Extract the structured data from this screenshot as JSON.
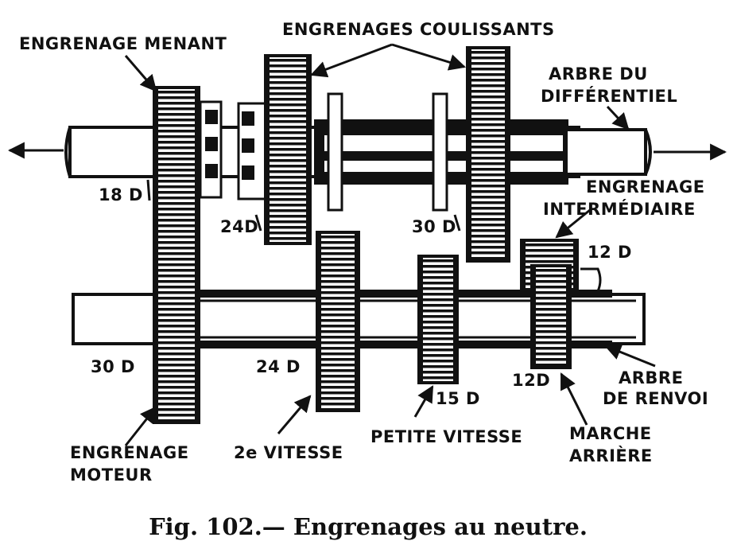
{
  "colors": {
    "ink": "#111111",
    "paper": "#ffffff"
  },
  "labels": {
    "engrenage_menant": "ENGRENAGE  MENANT",
    "engrenages_coulissants": "ENGRENAGES  COULISSANTS",
    "arbre_du": "ARBRE  DU",
    "differentiel": "DIFFÉRENTIEL",
    "engrenage": "ENGRENAGE",
    "intermediaire": "INTERMÉDIAIRE",
    "teeth_18": "18 D",
    "teeth_24_upper": "24D",
    "teeth_30_upper": "30 D",
    "teeth_12_upper": "12 D",
    "teeth_30_lower": "30 D",
    "teeth_24_lower": "24 D",
    "teeth_15": "15 D",
    "teeth_12_lower": "12D",
    "arbre": "ARBRE",
    "de_renvoi": "DE  RENVOI",
    "engrenage_moteur_1": "ENGRENAGE",
    "engrenage_moteur_2": "MOTEUR",
    "deuxieme_vitesse": "2e  VITESSE",
    "petite_vitesse": "PETITE  VITESSE",
    "marche": "MARCHE",
    "arriere": "ARRIÈRE"
  },
  "caption": "Fig. 102.— Engrenages au neutre."
}
